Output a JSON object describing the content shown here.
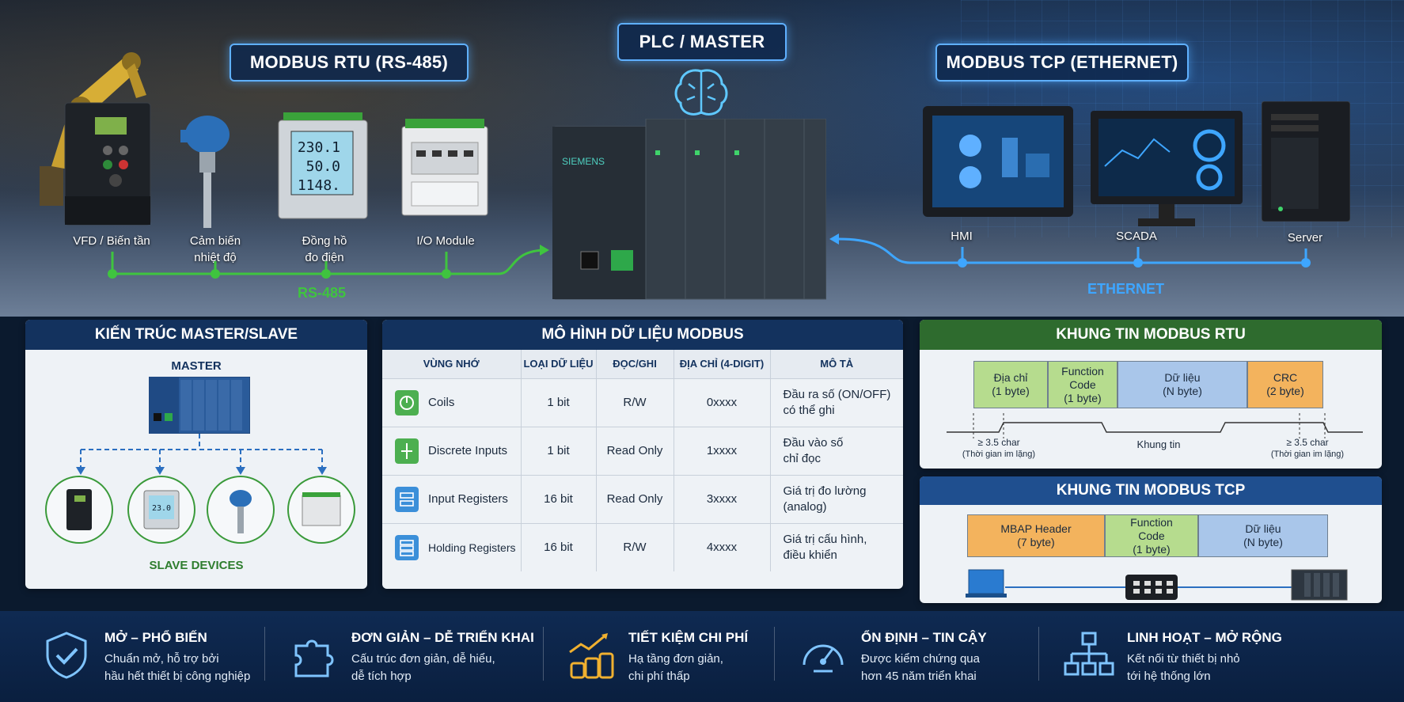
{
  "hero": {
    "rtu_title": "MODBUS RTU (RS-485)",
    "plc_title": "PLC / MASTER",
    "tcp_title": "MODBUS TCP (ETHERNET)",
    "plc_brand": "SIEMENS",
    "meter_readings": [
      "230.1",
      "50.0",
      "1148."
    ],
    "rtu_devices": [
      {
        "label_line1": "VFD / Biến tần",
        "label_line2": ""
      },
      {
        "label_line1": "Cảm biến",
        "label_line2": "nhiệt độ"
      },
      {
        "label_line1": "Đồng hồ",
        "label_line2": "đo điện"
      },
      {
        "label_line1": "I/O Module",
        "label_line2": ""
      }
    ],
    "tcp_devices": [
      {
        "label": "HMI"
      },
      {
        "label": "SCADA"
      },
      {
        "label": "Server"
      }
    ],
    "rs485_label": "RS-485",
    "ethernet_label": "ETHERNET",
    "colors": {
      "rs485": "#3fc43f",
      "ethernet": "#3ea6ff",
      "accent_border": "#5fb0ff"
    }
  },
  "master_slave": {
    "title": "KIẾN TRÚC MASTER/SLAVE",
    "master_label": "MASTER",
    "slave_label": "SLAVE DEVICES",
    "slave_meter_reading": "23.0"
  },
  "data_model": {
    "title": "MÔ HÌNH DỮ LIỆU MODBUS",
    "headers": [
      "VÙNG NHỚ",
      "LOẠI DỮ LIỆU",
      "ĐỌC/GHI",
      "ĐỊA CHỈ (4-DIGIT)",
      "MÔ TẢ"
    ],
    "rows": [
      {
        "area": "Coils",
        "type": "1 bit",
        "rw": "R/W",
        "address": "0xxxx",
        "desc_line1": "Đầu ra số (ON/OFF)",
        "desc_line2": "có thể ghi",
        "icon": "toggle-icon",
        "icon_color": "#4caf50"
      },
      {
        "area": "Discrete Inputs",
        "type": "1 bit",
        "rw": "Read Only",
        "address": "1xxxx",
        "desc_line1": "Đầu vào số",
        "desc_line2": "chỉ đọc",
        "icon": "input-switch-icon",
        "icon_color": "#4caf50"
      },
      {
        "area": "Input Registers",
        "type": "16 bit",
        "rw": "Read Only",
        "address": "3xxxx",
        "desc_line1": "Giá trị đo lường",
        "desc_line2": "(analog)",
        "icon": "register-icon",
        "icon_color": "#3b8fd9"
      },
      {
        "area": "Holding Registers",
        "type": "16 bit",
        "rw": "R/W",
        "address": "4xxxx",
        "desc_line1": "Giá trị cấu hình,",
        "desc_line2": "điều khiển",
        "icon": "holding-register-icon",
        "icon_color": "#3b8fd9"
      }
    ]
  },
  "rtu_frame": {
    "title": "KHUNG TIN MODBUS RTU",
    "cells": [
      {
        "line1": "Địa chỉ",
        "line2": "(1 byte)",
        "line3": ""
      },
      {
        "line1": "Function",
        "line2": "Code",
        "line3": "(1 byte)"
      },
      {
        "line1": "Dữ liệu",
        "line2": "(N byte)",
        "line3": ""
      },
      {
        "line1": "CRC",
        "line2": "(2 byte)",
        "line3": ""
      }
    ],
    "silence_left_1": "≥ 3.5 char",
    "silence_left_2": "(Thời gian im lặng)",
    "frame_label": "Khung tin",
    "silence_right_1": "≥ 3.5 char",
    "silence_right_2": "(Thời gian im lặng)"
  },
  "tcp_frame": {
    "title": "KHUNG TIN MODBUS TCP",
    "cells": [
      {
        "line1": "MBAP Header",
        "line2": "(7 byte)",
        "line3": ""
      },
      {
        "line1": "Function",
        "line2": "Code",
        "line3": "(1 byte)"
      },
      {
        "line1": "Dữ liệu",
        "line2": "(N byte)",
        "line3": ""
      }
    ]
  },
  "features": [
    {
      "title": "MỞ – PHỔ BIẾN",
      "line1": "Chuẩn mở, hỗ trợ bởi",
      "line2": "hầu hết thiết bị công nghiệp",
      "icon": "shield-check-icon"
    },
    {
      "title": "ĐƠN GIẢN – DỄ TRIỂN KHAI",
      "line1": "Cấu trúc đơn giản, dễ hiểu,",
      "line2": "dễ tích hợp",
      "icon": "puzzle-icon"
    },
    {
      "title": "TIẾT KIỆM CHI PHÍ",
      "line1": "Hạ tầng đơn giản,",
      "line2": "chi phí thấp",
      "icon": "coins-growth-icon"
    },
    {
      "title": "ỔN ĐỊNH – TIN CẬY",
      "line1": "Được kiểm chứng qua",
      "line2": "hơn 45 năm triển khai",
      "icon": "gauge-icon"
    },
    {
      "title": "LINH HOẠT – MỞ RỘNG",
      "line1": "Kết nối từ thiết bị nhỏ",
      "line2": "tới hệ thống lớn",
      "icon": "network-tree-icon"
    }
  ]
}
